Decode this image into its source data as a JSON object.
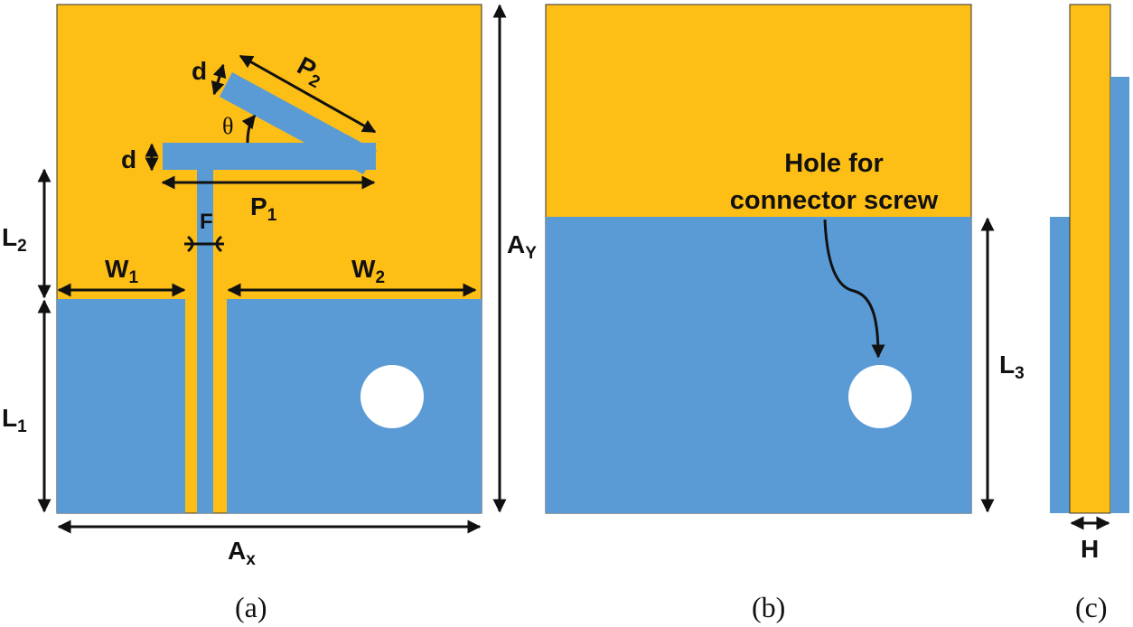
{
  "colors": {
    "substrate": "#FDBE16",
    "metal": "#5B9BD5",
    "hole": "#FFFFFF",
    "stroke": "#111111"
  },
  "labels": {
    "d_side": "d",
    "p2_main": "P",
    "p2_sub": "2",
    "theta": "θ",
    "d_left": "d",
    "p1_main": "P",
    "p1_sub": "1",
    "f": "F",
    "l2_main": "L",
    "l2_sub": "2",
    "w1_main": "W",
    "w1_sub": "1",
    "w2_main": "W",
    "w2_sub": "2",
    "l1_main": "L",
    "l1_sub": "1",
    "ay_main": "A",
    "ay_sub": "Y",
    "ax_main": "A",
    "ax_sub": "x",
    "hole_line1": "Hole for",
    "hole_line2": "connector screw",
    "l3_main": "L",
    "l3_sub": "3",
    "h": "H"
  },
  "captions": {
    "a": "(a)",
    "b": "(b)",
    "c": "(c)"
  }
}
